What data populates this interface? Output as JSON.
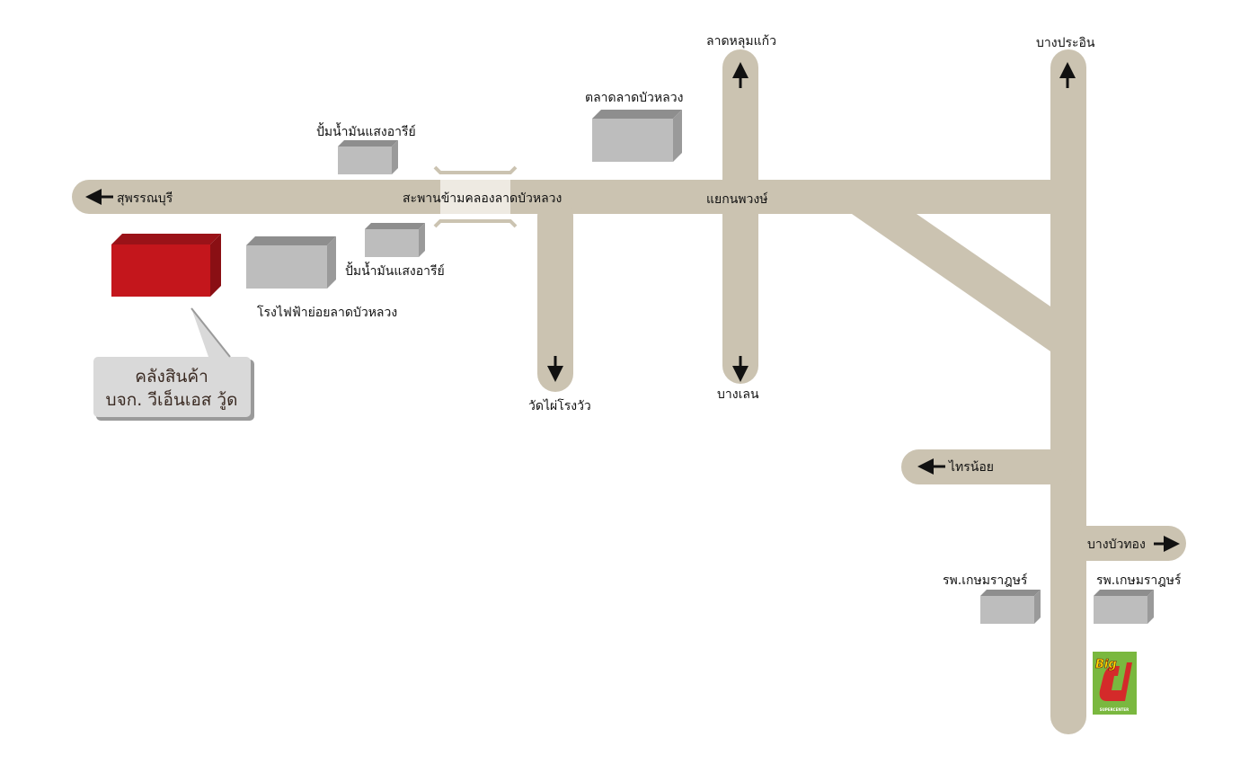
{
  "colors": {
    "road": "#cbc3b1",
    "building": "#bdbdbd",
    "target": "#c4161c",
    "logo_green": "#7ab83f"
  },
  "roads": {
    "west": "สุพรรณบุรี",
    "bridge": "สะพานข้ามคลองลาดบัวหลวง",
    "wat_phai": "วัดไผ่โรงวัว",
    "intersection": "แยกนพวงษ์",
    "lat_lum_kaeo": "ลาดหลุมแก้ว",
    "bang_len": "บางเลน",
    "bang_pa_in": "บางประอิน",
    "sai_noi": "ไทรน้อย",
    "bang_bua_thong": "บางบัวทอง"
  },
  "landmarks": {
    "gas_station_north": "ปั้มน้ำมันแสงอารีย์",
    "gas_station_south": "ปั้มน้ำมันแสงอารีย์",
    "power_substation": "โรงไฟฟ้าย่อยลาดบัวหลวง",
    "market": "ตลาดลาดบัวหลวง",
    "hospital_left": "รพ.เกษมราฎษร์",
    "hospital_right": "รพ.เกษมราฎษร์"
  },
  "callout": {
    "line1": "คลังสินค้า",
    "line2": "บจก. วีเอ็นเอส วู้ด"
  },
  "logo": {
    "brand": "Big C",
    "big": "Big",
    "c": "C",
    "sub": "SUPERCENTER"
  }
}
